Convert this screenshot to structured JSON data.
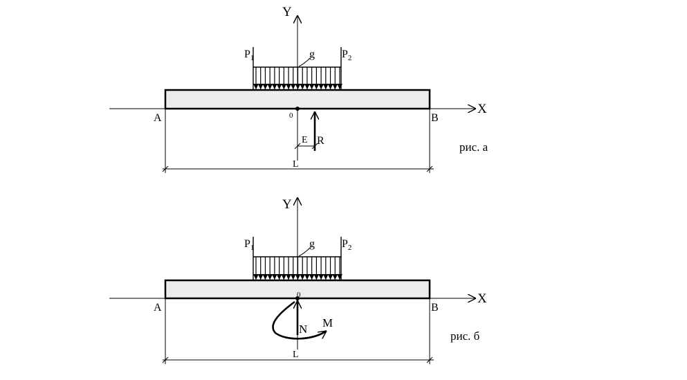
{
  "figure_a": {
    "axis_y": "Y",
    "axis_x": "X",
    "load_p1": "P",
    "load_p1_sub": "1",
    "load_p2": "P",
    "load_p2_sub": "2",
    "load_g": "g",
    "point_a": "A",
    "point_b": "B",
    "origin": "0",
    "dim_e": "E",
    "reaction_r": "R",
    "dim_l": "L",
    "caption": "рис. а"
  },
  "figure_b": {
    "axis_y": "Y",
    "axis_x": "X",
    "load_p1": "P",
    "load_p1_sub": "1",
    "load_p2": "P",
    "load_p2_sub": "2",
    "load_g": "g",
    "point_a": "A",
    "point_b": "B",
    "origin": "0",
    "force_n": "N",
    "moment_m": "M",
    "dim_l": "L",
    "caption": "рис. б"
  }
}
